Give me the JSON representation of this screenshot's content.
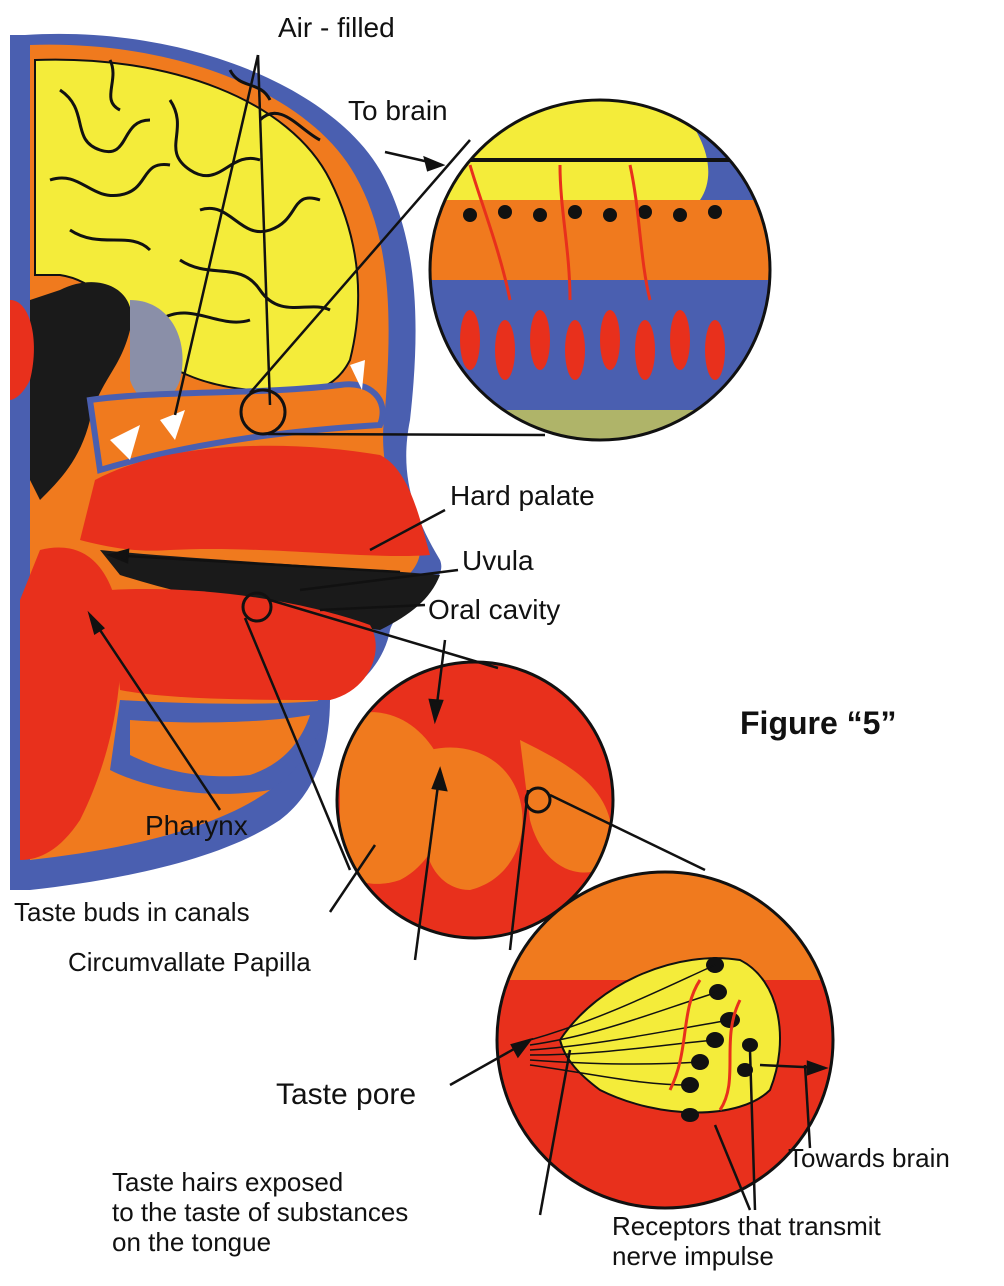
{
  "labels": {
    "air_filled": "Air - filled",
    "to_brain": "To brain",
    "hard_palate": "Hard palate",
    "uvula": "Uvula",
    "oral_cavity": "Oral cavity",
    "pharynx": "Pharynx",
    "taste_buds": "Taste buds in canals",
    "circumvallate": "Circumvallate Papilla",
    "taste_pore": "Taste pore",
    "taste_hairs": "Taste hairs exposed\nto the taste of substances\n on the tongue",
    "towards_brain": "Towards brain",
    "receptors": "Receptors that transmit\nnerve impulse",
    "figure_title": "Figure “5”"
  },
  "colors": {
    "brain_yellow": "#f4ec3a",
    "tissue_orange": "#f07a1e",
    "tissue_red": "#e8301c",
    "membrane_blue": "#4a5fb0",
    "cavity_dark": "#1a1a1a",
    "outline": "#111111"
  }
}
